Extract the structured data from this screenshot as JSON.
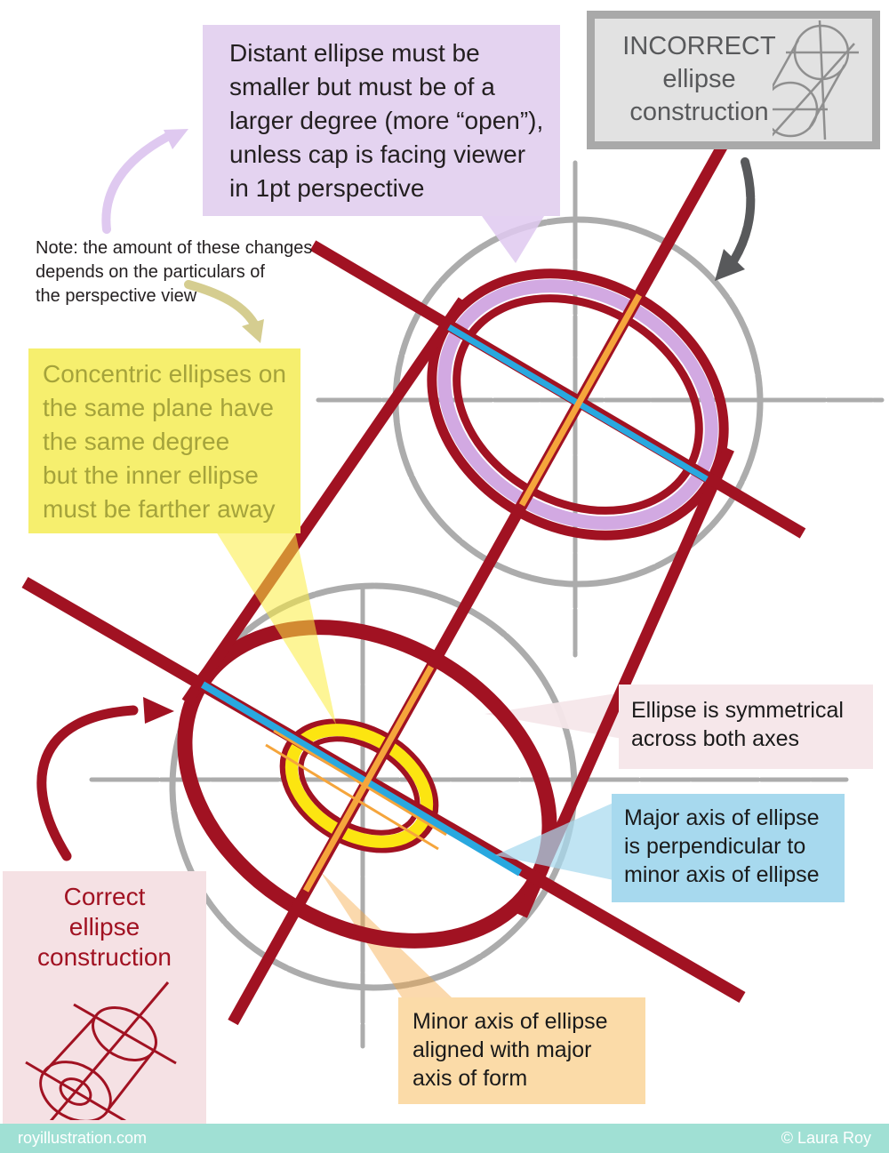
{
  "colors": {
    "dark_red": "#A11222",
    "lavender_fill": "#E4D3F0",
    "lavender_ring": "#D2A9E2",
    "lavender_arrow": "#DFC9F0",
    "gray_sketch": "#ACACAC",
    "gray_dark": "#58595B",
    "gray_box_bg": "#E2E2E2",
    "gray_box_border": "#A9A9A9",
    "yellow_box_bg": "#F6EF6E",
    "yellow_text": "#A5A33B",
    "yellow_bright": "#FCE511",
    "yellow_wedge": "#FBEC3F",
    "tan_arrow": "#D5CD90",
    "blue_axis": "#29A8DF",
    "blue_box_bg": "#A7D9EE",
    "orange_axis": "#F5A53C",
    "orange_box_bg": "#FBDBA8",
    "pink_box_bg": "#F6E7EA",
    "correct_box_bg": "#F5E1E4",
    "footer_bg": "#A0E0D4"
  },
  "callouts": {
    "distant": {
      "lines": [
        "Distant ellipse must be",
        "smaller  but must be of a",
        "larger degree (more “open”),",
        "unless cap is facing viewer",
        "in 1pt perspective"
      ]
    },
    "incorrect": {
      "lines": [
        "INCORRECT",
        "ellipse",
        "construction"
      ]
    },
    "note": {
      "lines": [
        "Note: the amount of these changes",
        "depends on the particulars of",
        "the perspective view"
      ]
    },
    "concentric": {
      "lines": [
        "Concentric ellipses on",
        "the same plane have",
        "the same degree",
        "but the inner ellipse",
        "must be farther away"
      ]
    },
    "symmetrical": {
      "lines": [
        "Ellipse is symmetrical",
        "across both axes"
      ]
    },
    "major_axis": {
      "lines": [
        "Major axis of ellipse",
        "is perpendicular to",
        "minor axis of ellipse"
      ]
    },
    "minor_axis": {
      "lines": [
        "Minor axis of ellipse",
        "aligned with major",
        "axis of form"
      ]
    },
    "correct": {
      "lines": [
        "Correct",
        "ellipse",
        "construction"
      ]
    }
  },
  "footer": {
    "site": "royillustration.com",
    "credit": "© Laura Roy"
  }
}
